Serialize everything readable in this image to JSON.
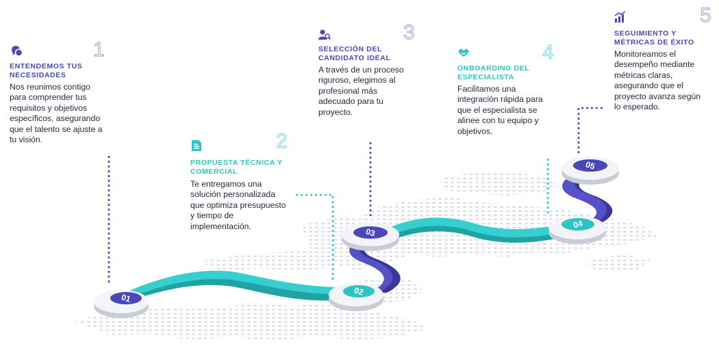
{
  "colors": {
    "purple": "#4a47b8",
    "teal": "#2ec4c4",
    "dots": "#dfe2ea",
    "disc": "#f2f3f6",
    "disc_shadow": "#c9ccd3"
  },
  "steps": [
    {
      "number": "1",
      "icon": "chat-bubbles-icon",
      "title": "ENTENDEMOS TUS NECESIDADES",
      "description": "Nos reunimos contigo para comprender tus requisitos y objetivos específicos, asegurando que el talento se ajuste a tu visión.",
      "marker": "01"
    },
    {
      "number": "2",
      "icon": "document-icon",
      "title": "PROPUESTA TÉCNICA Y COMERCIAL",
      "description": "Te entregamos una solución personalizada que optimiza presupuesto y tiempo de implementación.",
      "marker": "02"
    },
    {
      "number": "3",
      "icon": "user-search-icon",
      "title": "SELECCIÓN DEL CANDIDATO IDEAL",
      "description": "A través de un proceso riguroso, elegimos al profesional más adecuado para tu proyecto.",
      "marker": "03"
    },
    {
      "number": "4",
      "icon": "handshake-icon",
      "title": "ONBOARDING DEL ESPECIALISTA",
      "description": "Facilitamos una integración rápida para que el especialista se alinee con tu equipo y objetivos.",
      "marker": "04"
    },
    {
      "number": "5",
      "icon": "growth-chart-icon",
      "title": "SEGUIMIENTO Y MÉTRICAS DE ÉXITO",
      "description": "Monitoreamos el desempeño mediante métricas claras, asegurando que el proyecto avanza según lo esperado.",
      "marker": "05"
    }
  ]
}
